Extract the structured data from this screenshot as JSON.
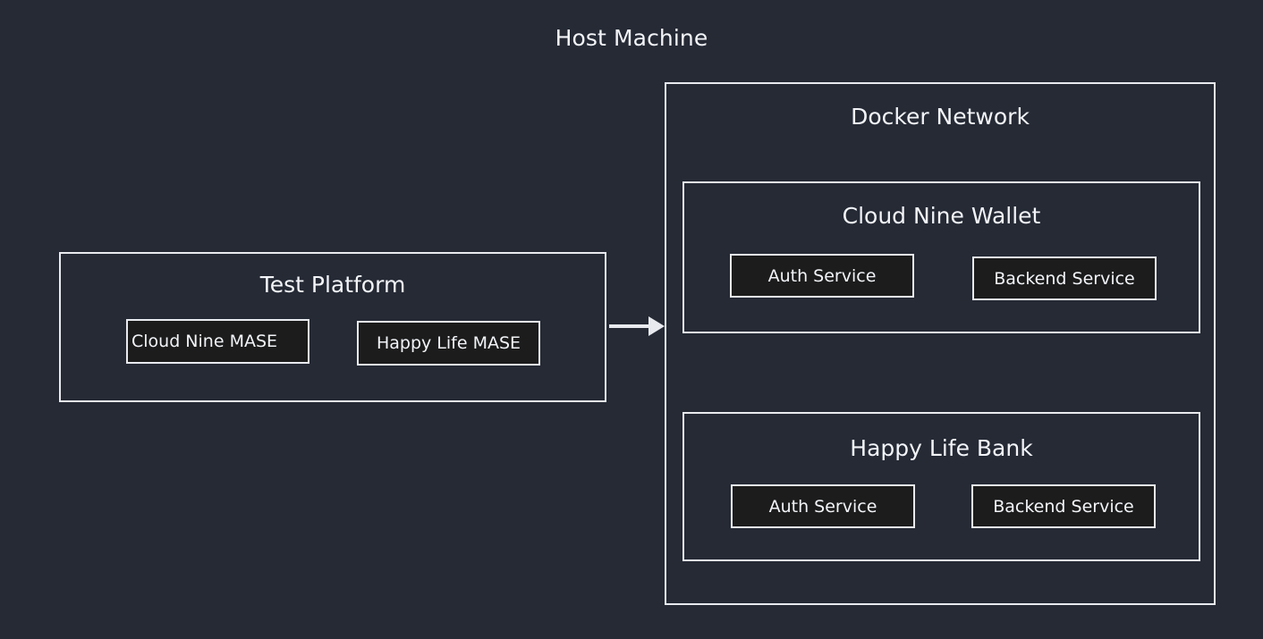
{
  "diagram": {
    "title": "Host Machine",
    "background_color": "#252a35",
    "stroke_color": "#e8eaef",
    "node_fill_color": "#1c1c1c",
    "text_color": "#f2f4f8"
  },
  "test_platform": {
    "title": "Test Platform",
    "nodes": [
      {
        "label": "Cloud Nine MASE"
      },
      {
        "label": "Happy Life MASE"
      }
    ]
  },
  "arrow": {
    "label": ""
  },
  "docker_network": {
    "title": "Docker Network",
    "groups": [
      {
        "title": "Cloud Nine Wallet",
        "nodes": [
          {
            "label": "Auth Service"
          },
          {
            "label": "Backend Service"
          }
        ]
      },
      {
        "title": "Happy Life Bank",
        "nodes": [
          {
            "label": "Auth Service"
          },
          {
            "label": "Backend Service"
          }
        ]
      }
    ]
  }
}
